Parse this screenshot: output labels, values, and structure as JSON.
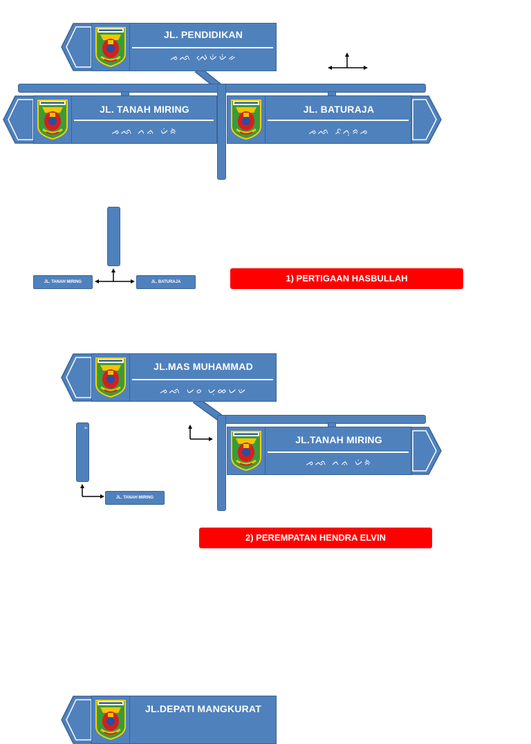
{
  "colors": {
    "sign": "#4f81bd",
    "sign_border": "#3a6494",
    "banner": "#ff0000",
    "text": "#ffffff"
  },
  "section1": {
    "sign_top": {
      "name": "JL. PENDIDIKAN",
      "script": "ᨍᨒ ᨄᨙᨉᨗᨉᨗᨀ"
    },
    "sign_left": {
      "name": "JL. TANAH MIRING",
      "script": "ᨍᨒ ᨈᨊ ᨆᨗᨑᨗ"
    },
    "sign_right": {
      "name": "JL. BATURAJA",
      "script": "ᨍᨒ ᨅᨈᨘᨑᨍ"
    },
    "mini_left": "JL. TANAH MIRING",
    "mini_right": "JL. BATURAJA",
    "banner": "1)  PERTIGAAN HASBULLAH"
  },
  "section2": {
    "sign_top": {
      "name": "JL.MAS MUHAMMAD",
      "script": "ᨍᨒ ᨆᨔ ᨆᨘᨖᨆᨉ"
    },
    "sign_right": {
      "name": "JL.TANAH MIRING",
      "script": "ᨍᨒ ᨈᨊ ᨆᨗᨑᨗ"
    },
    "mini_pole_label": "JL",
    "mini_right": "JL. TANAH MIRING",
    "banner": "2) PEREMPATAN HENDRA ELVIN"
  },
  "section3": {
    "sign_top": {
      "name": "JL.DEPATI MANGKURAT"
    }
  },
  "icons": {
    "logo": "regency-crest-icon",
    "arrow": "chevron-arrow-icon",
    "direction": "direction-arrows-icon"
  }
}
